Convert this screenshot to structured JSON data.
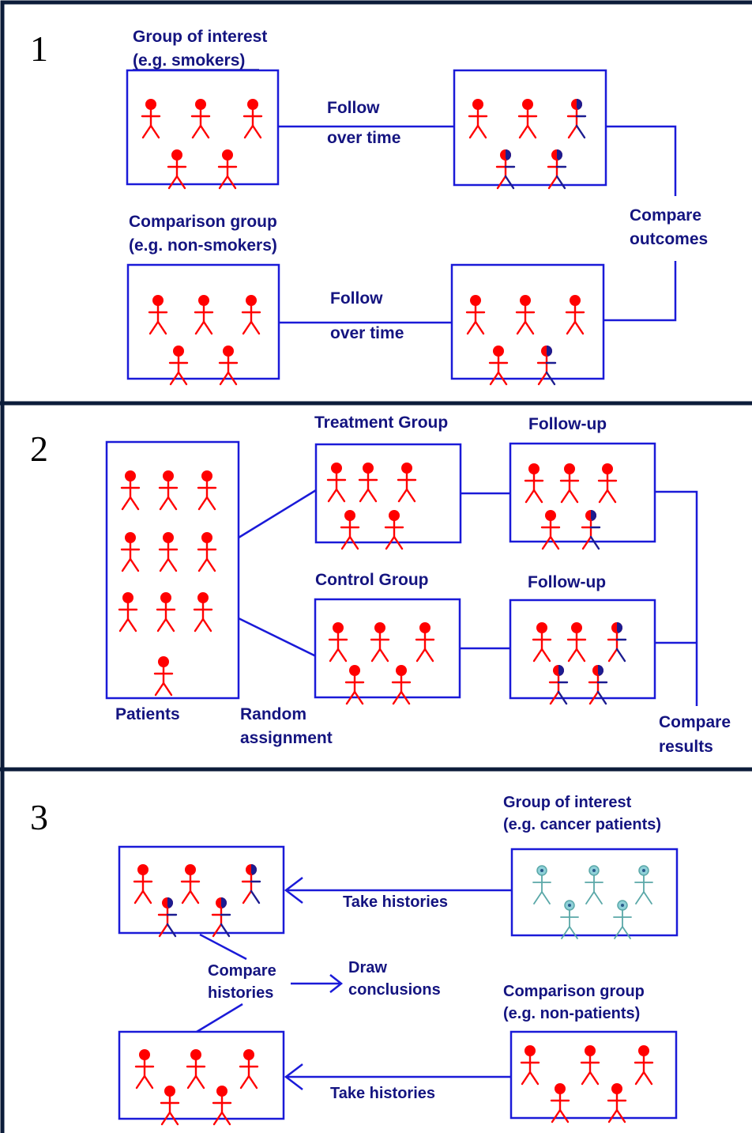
{
  "colors": {
    "frame": "#0c1c3a",
    "box": "#1a1ad8",
    "text": "#141480",
    "figure_red": "#ff0000",
    "figure_navy": "#1c1c90",
    "figure_teal": "#5aa8a8",
    "figure_teal_head": "#8fd0d8"
  },
  "panels": {
    "cohort": {
      "number": "1",
      "interest_label": [
        "Group of interest",
        "(e.g. smokers)"
      ],
      "comparison_label": [
        "Comparison group",
        "(e.g. non-smokers)"
      ],
      "follow_label_top": [
        "Follow",
        "over time"
      ],
      "follow_label_bottom": [
        "Follow",
        "over time"
      ],
      "compare_label": [
        "Compare",
        "outcomes"
      ],
      "interest_start_figures": [
        "healthy",
        "healthy",
        "healthy",
        "healthy",
        "healthy"
      ],
      "interest_end_figures": [
        "healthy",
        "healthy",
        "affected",
        "affected",
        "affected"
      ],
      "comparison_start_figures": [
        "healthy",
        "healthy",
        "healthy",
        "healthy",
        "healthy"
      ],
      "comparison_end_figures": [
        "healthy",
        "healthy",
        "healthy",
        "healthy",
        "affected"
      ]
    },
    "trial": {
      "number": "2",
      "patients_label": "Patients",
      "random_label": [
        "Random",
        "assignment"
      ],
      "treatment_label": "Treatment Group",
      "control_label": "Control Group",
      "followup_label_top": "Follow-up",
      "followup_label_bottom": "Follow-up",
      "compare_label": [
        "Compare",
        "results"
      ],
      "patient_figures": [
        "healthy",
        "healthy",
        "healthy",
        "healthy",
        "healthy",
        "healthy",
        "healthy",
        "healthy",
        "healthy",
        "healthy"
      ],
      "treatment_figures": [
        "healthy",
        "healthy",
        "healthy",
        "healthy",
        "healthy"
      ],
      "treatment_followup_figures": [
        "healthy",
        "healthy",
        "healthy",
        "healthy",
        "affected"
      ],
      "control_figures": [
        "healthy",
        "healthy",
        "healthy",
        "healthy",
        "healthy"
      ],
      "control_followup_figures": [
        "healthy",
        "healthy",
        "affected",
        "affected",
        "affected"
      ]
    },
    "case_control": {
      "number": "3",
      "interest_label": [
        "Group of interest",
        "(e.g. cancer patients)"
      ],
      "comparison_label": [
        "Comparison group",
        "(e.g. non-patients)"
      ],
      "take_histories_top": "Take histories",
      "take_histories_bottom": "Take histories",
      "compare_label": [
        "Compare",
        "histories"
      ],
      "conclusions_label": [
        "Draw",
        "conclusions"
      ],
      "history_top_figures": [
        "healthy",
        "healthy",
        "affected",
        "affected",
        "affected"
      ],
      "history_bottom_figures": [
        "healthy",
        "healthy",
        "healthy",
        "healthy",
        "healthy"
      ],
      "cases_figures": [
        "case",
        "case",
        "case",
        "case",
        "case"
      ],
      "controls_figures": [
        "healthy",
        "healthy",
        "healthy",
        "healthy",
        "healthy"
      ]
    }
  }
}
